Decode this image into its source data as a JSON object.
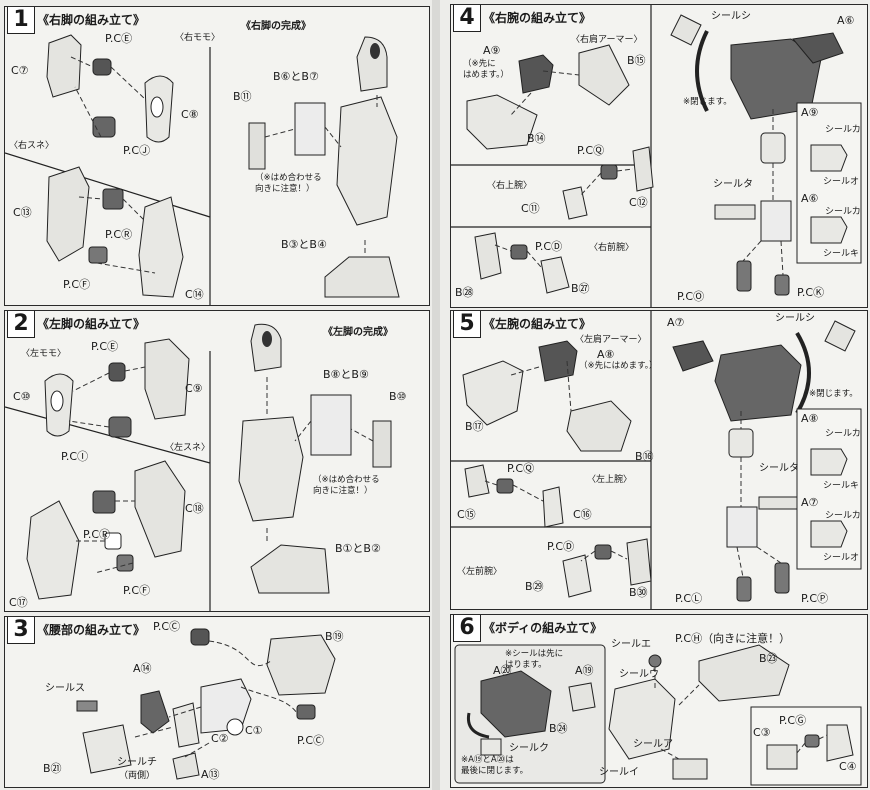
{
  "steps": {
    "s1": {
      "num": "1",
      "title": "《右脚の組み立て》",
      "sub_thigh": "〈右モモ〉",
      "sub_shin": "〈右スネ〉",
      "complete": "《右脚の完成》",
      "labels": {
        "c7": "C⑦",
        "pce": "P.CⒺ",
        "c8": "C⑧",
        "pcj": "P.CⒿ",
        "c13": "C⑬",
        "pcr": "P.CⓇ",
        "pcf": "P.CⒻ",
        "c14": "C⑭",
        "b11": "B⑪",
        "b6b7": "B⑥とB⑦",
        "b3b4": "B③とB④"
      },
      "note": "（※はめ合わせる\n向きに注意！）"
    },
    "s2": {
      "num": "2",
      "title": "《左脚の組み立て》",
      "sub_thigh": "〈左モモ〉",
      "sub_shin": "〈左スネ〉",
      "complete": "《左脚の完成》",
      "labels": {
        "pce": "P.CⒺ",
        "c9": "C⑨",
        "c10": "C⑩",
        "pci": "P.CⒾ",
        "b8b9": "B⑧とB⑨",
        "b10": "B⑩",
        "c18": "C⑱",
        "pcr": "P.CⓇ",
        "pcf": "P.CⒻ",
        "c17": "C⑰",
        "b1b2": "B①とB②"
      },
      "note": "（※はめ合わせる\n向きに注意！）"
    },
    "s3": {
      "num": "3",
      "title": "《腰部の組み立て》",
      "labels": {
        "pcc_top": "P.CⒸ",
        "b19": "B⑲",
        "a14": "A⑭",
        "seal_su": "シールス",
        "c1": "C①",
        "c2": "C②",
        "pcc_bot": "P.CⒸ",
        "b21": "B㉑",
        "seal_chi": "シールチ",
        "ryogawa": "（両側）",
        "a13": "A⑬"
      }
    },
    "s4": {
      "num": "4",
      "title": "《右腕の組み立て》",
      "sub_armor": "〈右肩アーマー〉",
      "sub_upper": "〈右上腕〉",
      "sub_fore": "〈右前腕〉",
      "labels": {
        "a9": "A⑨",
        "a9_note": "（※先に\nはめます。）",
        "b15": "B⑮",
        "seal_shi": "シールシ",
        "a6": "A⑥",
        "tojimasu": "※閉じます。",
        "b14": "B⑭",
        "pcq": "P.CⓆ",
        "seal_ta": "シールタ",
        "c11": "C⑪",
        "c12": "C⑫",
        "b28": "B㉘",
        "pcd": "P.CⒹ",
        "b27": "B㉗",
        "pco": "P.CⓄ",
        "pck": "P.CⓀ"
      },
      "legend": {
        "a9": "A⑨",
        "seal_ka1": "シールカ",
        "seal_o": "シールオ",
        "a6": "A⑥",
        "seal_ka2": "シールカ",
        "seal_ki": "シールキ"
      }
    },
    "s5": {
      "num": "5",
      "title": "《左腕の組み立て》",
      "sub_armor": "〈左肩アーマー〉",
      "sub_upper": "〈左上腕〉",
      "sub_fore": "〈左前腕〉",
      "labels": {
        "a7": "A⑦",
        "a8": "A⑧",
        "a8_note": "（※先にはめます。）",
        "seal_shi": "シールシ",
        "tojimasu": "※閉じます。",
        "b17": "B⑰",
        "b16": "B⑯",
        "pcq": "P.CⓆ",
        "seal_ta": "シールタ",
        "c15": "C⑮",
        "c16": "C⑯",
        "pcd": "P.CⒹ",
        "b29": "B㉙",
        "b30": "B㉚",
        "pcl": "P.CⓁ",
        "pcp": "P.CⓅ"
      },
      "legend": {
        "a8": "A⑧",
        "seal_ka1": "シールカ",
        "seal_ki": "シールキ",
        "a7": "A⑦",
        "seal_ka2": "シールカ",
        "seal_o": "シールオ"
      }
    },
    "s6": {
      "num": "6",
      "title": "《ボディの組み立て》",
      "labels": {
        "seal_note": "※シールは先に\nはります。",
        "a20": "A⑳",
        "a19": "A⑲",
        "b24": "B㉔",
        "seal_ku": "シールク",
        "close_note": "※A⑲とA⑳は\n最後に閉じます。",
        "seal_e": "シールエ",
        "pch": "P.CⒽ（向きに注意！）",
        "b23": "B㉓",
        "seal_u": "シールウ",
        "seal_a": "シールア",
        "seal_i": "シールイ",
        "c3": "C③",
        "pcg": "P.CⒼ",
        "c4": "C④"
      }
    }
  }
}
